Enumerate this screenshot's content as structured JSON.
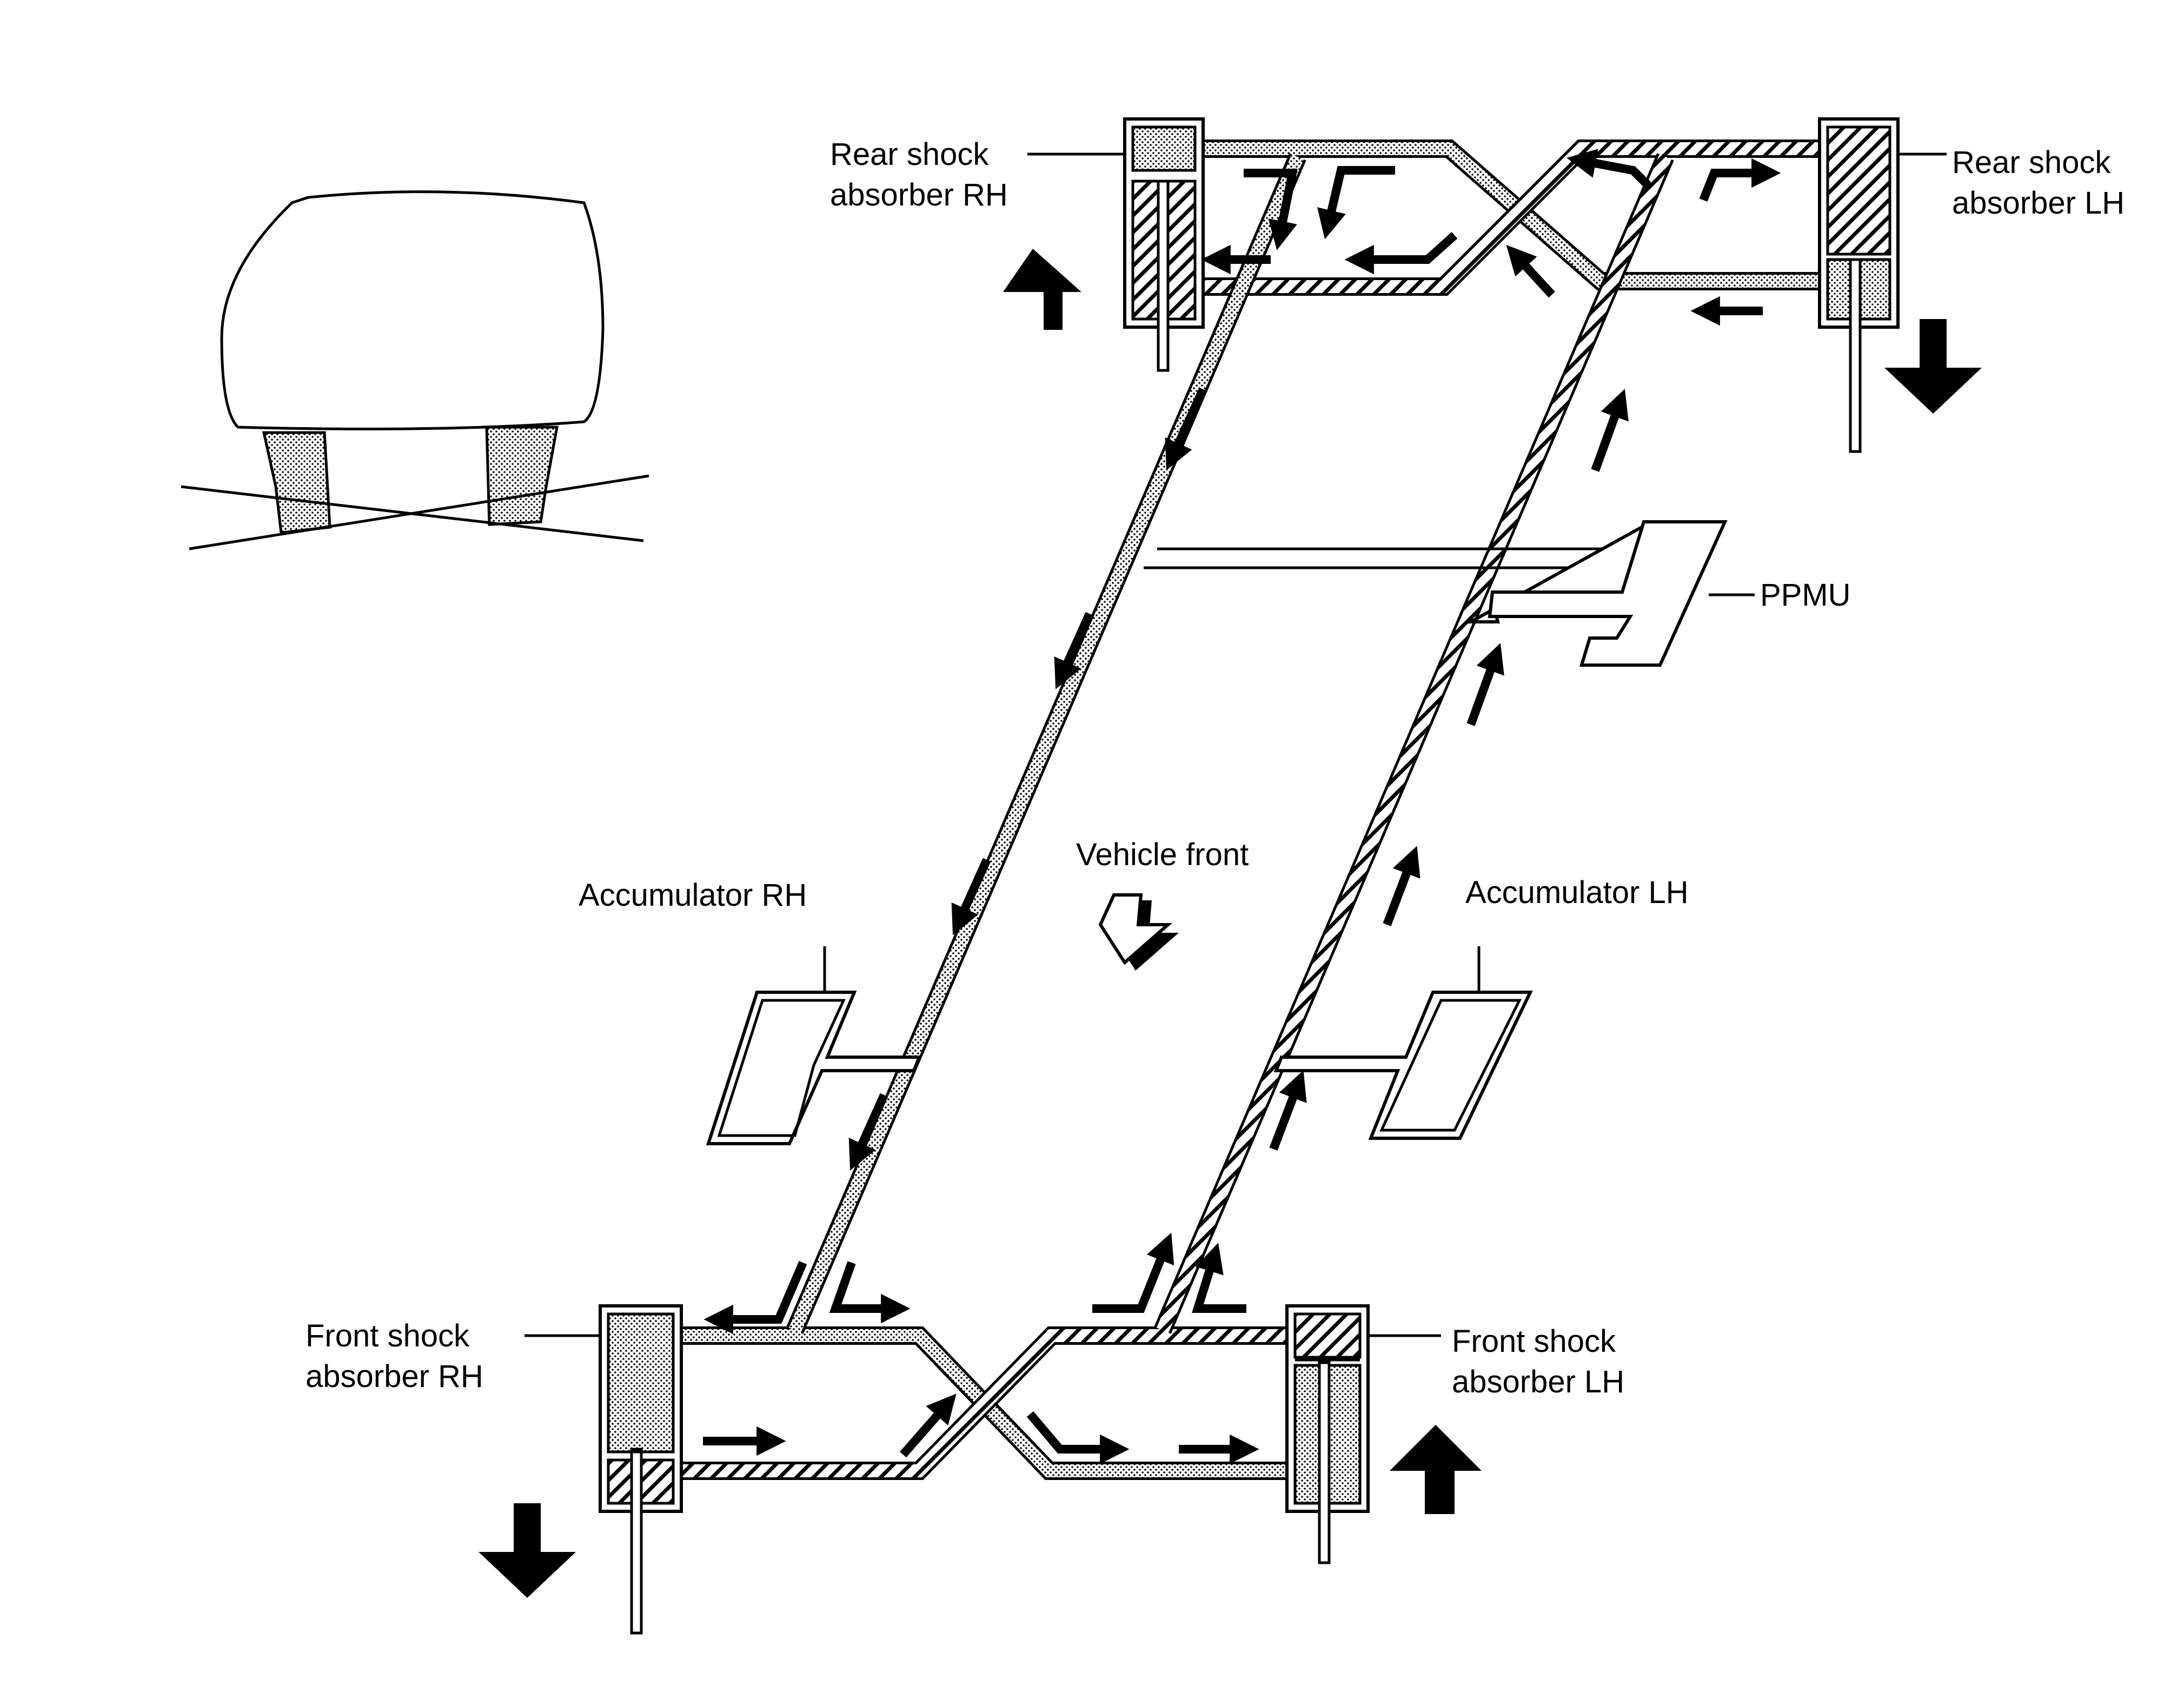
{
  "labels": {
    "rear_shock_rh": [
      "Rear shock",
      "absorber RH"
    ],
    "rear_shock_lh": [
      "Rear shock",
      "absorber LH"
    ],
    "front_shock_rh": [
      "Front shock",
      "absorber RH"
    ],
    "front_shock_lh": [
      "Front shock",
      "absorber LH"
    ],
    "ppmu": "PPMU",
    "accumulator_rh": "Accumulator RH",
    "accumulator_lh": "Accumulator LH",
    "vehicle_front": "Vehicle front"
  }
}
